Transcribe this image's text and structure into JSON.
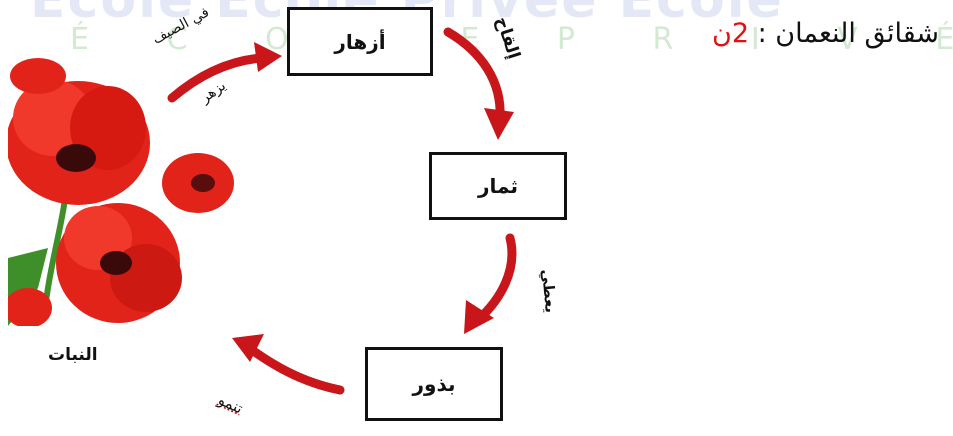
{
  "title": {
    "text": "شقائق النعمان :",
    "level": "2ن"
  },
  "watermark": {
    "top_text": "Ecole Ecole Privée Ecole",
    "middle_text": "É C O L E P R I V É E"
  },
  "boxes": {
    "flowers": "أزهار",
    "fruits": "ثمار",
    "seeds": "بذور"
  },
  "labels": {
    "summer": "في الصيف",
    "bloom": "يزهر",
    "pollination": "إلقاح",
    "give": "يعطي",
    "grow": "تنمو",
    "plant": "النبات"
  },
  "colors": {
    "arrow": "#c8161b",
    "flower": "#e2231a",
    "title_number": "#e01010"
  }
}
